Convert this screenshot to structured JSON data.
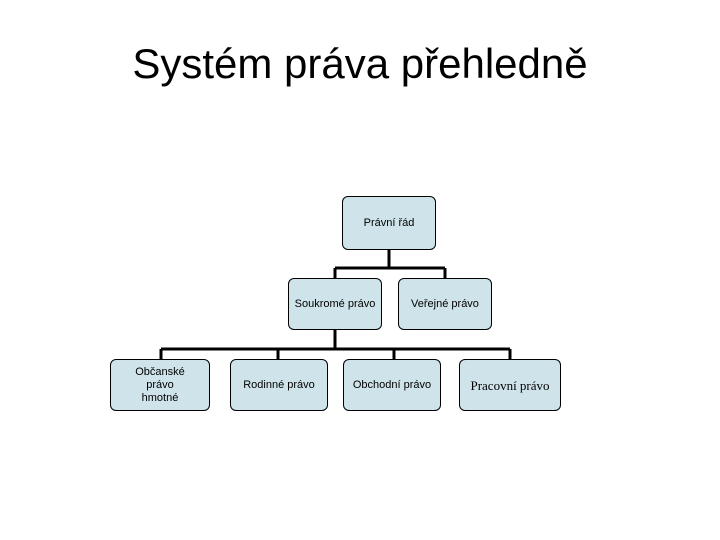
{
  "title": "Systém práva přehledně",
  "nodes": {
    "root": "Právní řád",
    "private": "Soukromé právo",
    "public": "Veřejné právo",
    "civil": "Občanské právo hmotné",
    "family": "Rodinné právo",
    "commercial": "Obchodní právo",
    "labour": "Pracovní právo"
  },
  "colors": {
    "node_fill": "#cfe4ea",
    "border": "#000000"
  }
}
